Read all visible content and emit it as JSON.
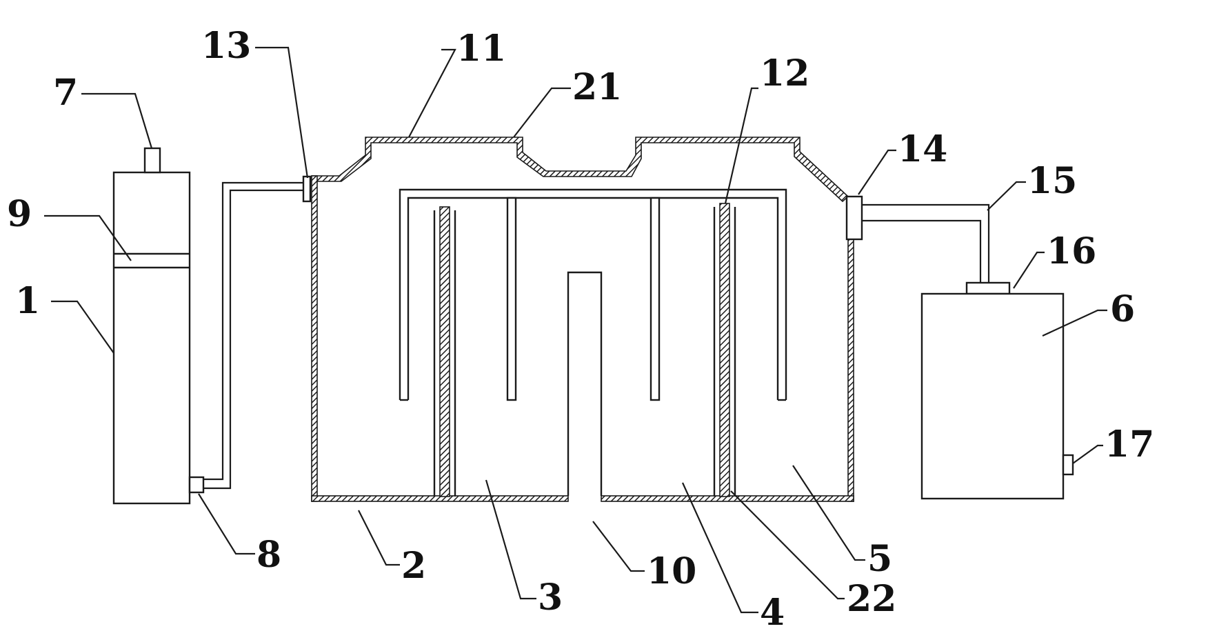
{
  "labels": {
    "l1": "1",
    "l2": "2",
    "l3": "3",
    "l4": "4",
    "l5": "5",
    "l6": "6",
    "l7": "7",
    "l8": "8",
    "l9": "9",
    "l10": "10",
    "l11": "11",
    "l12": "12",
    "l13": "13",
    "l14": "14",
    "l15": "15",
    "l16": "16",
    "l17": "17",
    "l21": "21",
    "l22": "22"
  }
}
